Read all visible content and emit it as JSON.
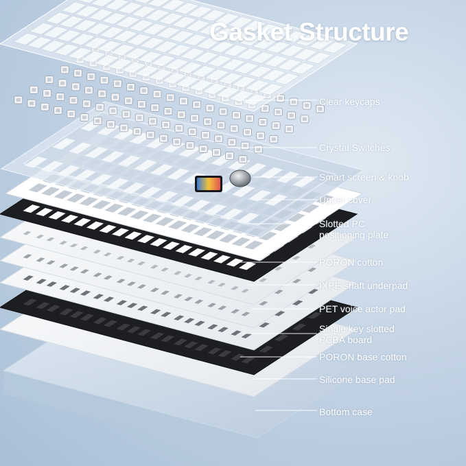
{
  "title": "Gasket Structure",
  "layers": [
    {
      "id": "clear-keycaps",
      "label": "Clear keycaps"
    },
    {
      "id": "crystal-switches",
      "label": "Crystal Switches"
    },
    {
      "id": "smart-screen-knob",
      "label": "Smart screen & knob"
    },
    {
      "id": "upper-cover",
      "label": "Upper cover"
    },
    {
      "id": "slotted-pc-plate",
      "label": "Slotted PC\npositioning plate"
    },
    {
      "id": "poron-cotton",
      "label": "PORON cotton"
    },
    {
      "id": "ixpe-shaft-underpad",
      "label": "IXPE shaft underpad"
    },
    {
      "id": "pet-voice-actor-pad",
      "label": "PET voice actor pad"
    },
    {
      "id": "pcba-board",
      "label": "Single key slotted\nPCBA board"
    },
    {
      "id": "poron-base-cotton",
      "label": "PORON base cotton"
    },
    {
      "id": "silicone-base-pad",
      "label": "Silicone base pad"
    },
    {
      "id": "bottom-case",
      "label": "Bottom case"
    }
  ],
  "colors": {
    "label_text": "#ffffff",
    "leader_line": "#ffffff",
    "black_layer": "#1d1e21",
    "white_layer": "#f3f4f5",
    "clear_acrylic": "#d6e2ee"
  }
}
